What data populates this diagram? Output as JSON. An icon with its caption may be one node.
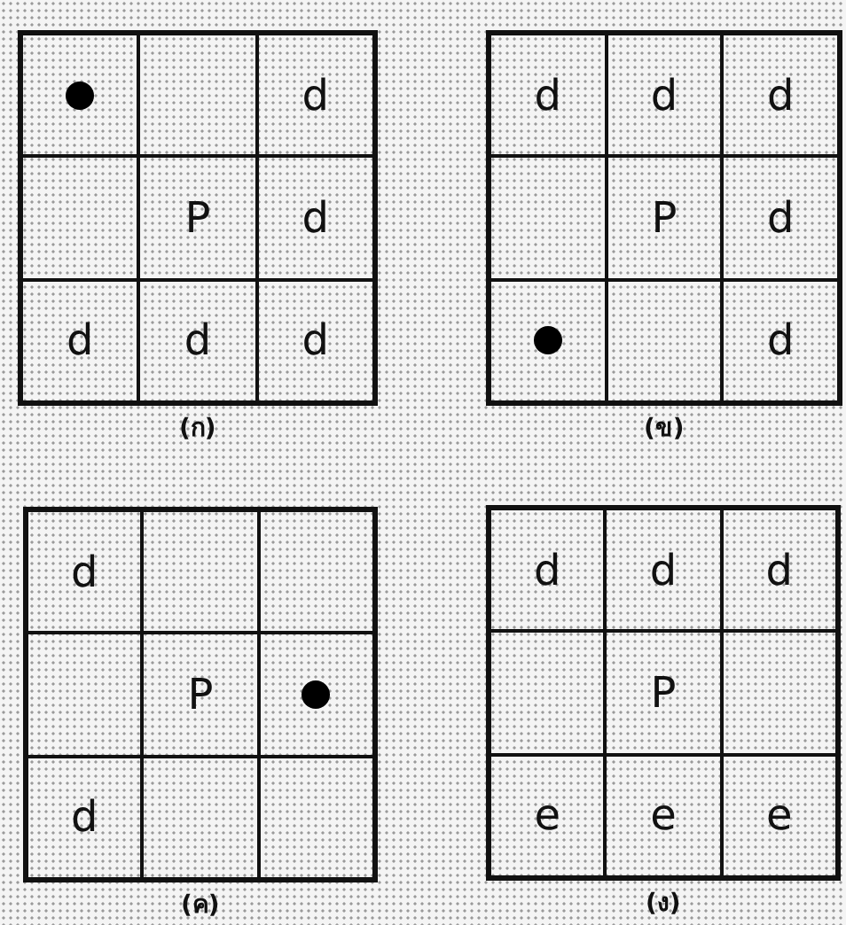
{
  "diagram": {
    "nodes": [
      {
        "text": [
          "(ก)"
        ]
      },
      {
        "text": [],
        "shape": "box",
        "in": 0
      },
      {
        "text": [],
        "shape": "circle",
        "in": 1
      },
      {
        "text": [],
        "shape": "box",
        "in": 0
      },
      {
        "text": [
          "d"
        ],
        "in": 0
      },
      {
        "text": [],
        "shape": "box",
        "in": 0
      },
      {
        "text": [
          "P"
        ],
        "in": 0
      },
      {
        "text": [
          "d"
        ],
        "in": 0
      },
      {
        "text": [
          "d"
        ],
        "in": 0
      },
      {
        "text": [
          "d"
        ],
        "in": 0
      },
      {
        "text": [
          "d"
        ],
        "in": 0
      },
      {
        "text": [
          "(ข)"
        ]
      },
      {
        "text": [
          "d"
        ],
        "in": 11
      },
      {
        "text": [
          "d"
        ],
        "in": 11
      },
      {
        "text": [
          "d"
        ],
        "in": 11
      },
      {
        "text": [],
        "shape": "box",
        "in": 11
      },
      {
        "text": [
          "P"
        ],
        "in": 11
      },
      {
        "text": [
          "d"
        ],
        "in": 11
      },
      {
        "text": [],
        "shape": "box",
        "in": 11
      },
      {
        "text": [],
        "shape": "circle",
        "in": 18
      },
      {
        "text": [],
        "shape": "box",
        "in": 11
      },
      {
        "text": [
          "d"
        ],
        "in": 11
      },
      {
        "text": [
          "(ค)"
        ]
      },
      {
        "text": [
          "d"
        ],
        "in": 22
      },
      {
        "text": [],
        "shape": "box",
        "in": 22
      },
      {
        "text": [],
        "shape": "box",
        "in": 22
      },
      {
        "text": [],
        "shape": "box",
        "in": 22
      },
      {
        "text": [
          "P"
        ],
        "in": 22
      },
      {
        "text": [],
        "shape": "box",
        "in": 22
      },
      {
        "text": [],
        "shape": "circle",
        "in": 28
      },
      {
        "text": [
          "d"
        ],
        "in": 22
      },
      {
        "text": [],
        "shape": "box",
        "in": 22
      },
      {
        "text": [],
        "shape": "box",
        "in": 22
      },
      {
        "text": [
          "(ง)"
        ]
      },
      {
        "text": [
          "d"
        ],
        "in": 33
      },
      {
        "text": [
          "d"
        ],
        "in": 33
      },
      {
        "text": [
          "d"
        ],
        "in": 33
      },
      {
        "text": [],
        "shape": "box",
        "in": 33
      },
      {
        "text": [
          "P"
        ],
        "in": 33
      },
      {
        "text": [],
        "shape": "box",
        "in": 33
      },
      {
        "text": [
          "e"
        ],
        "in": 33
      },
      {
        "text": [
          "e"
        ],
        "in": 33
      },
      {
        "text": [
          "e"
        ],
        "in": 33
      }
    ]
  }
}
